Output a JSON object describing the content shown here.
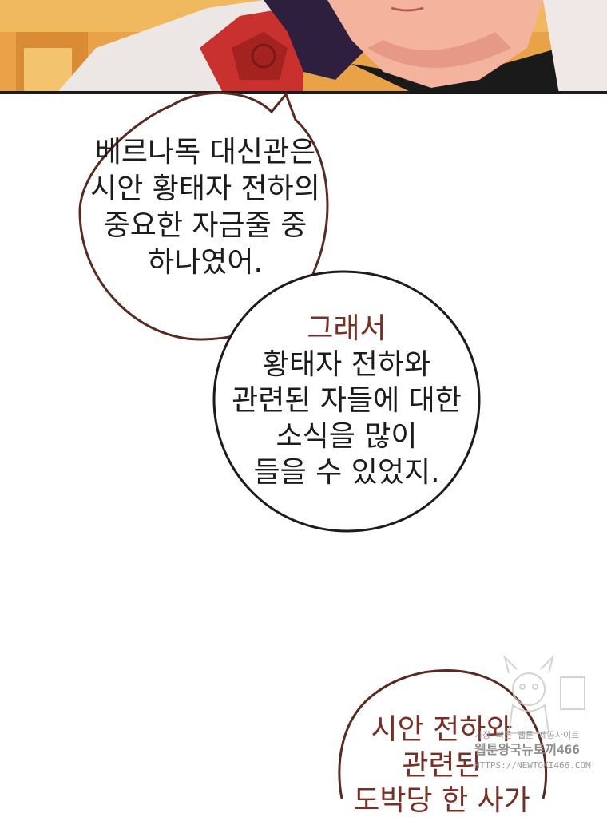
{
  "bubbles": [
    {
      "lines": [
        "베르나독 대신관은",
        "시안 황태자 전하의",
        "중요한 자금줄 중",
        "하나였어."
      ]
    },
    {
      "lines": [
        "그래서",
        "황태자 전하와",
        "관련된 자들에 대한",
        "소식을 많이",
        "들을 수 있었지."
      ]
    },
    {
      "lines": [
        "시안 전하와",
        "관련된",
        "도박당 한 사가"
      ]
    }
  ],
  "watermark": {
    "line1": "가장 빠른 웹툰 제공사이트",
    "line2": "웹툰왕국뉴토끼466",
    "line3": "HTTPS://NEWTOKI466.COM"
  },
  "colors": {
    "accent_text": "#7a2e24",
    "body_text": "#1c1c1c",
    "bubble_border": "#5a2a20"
  }
}
